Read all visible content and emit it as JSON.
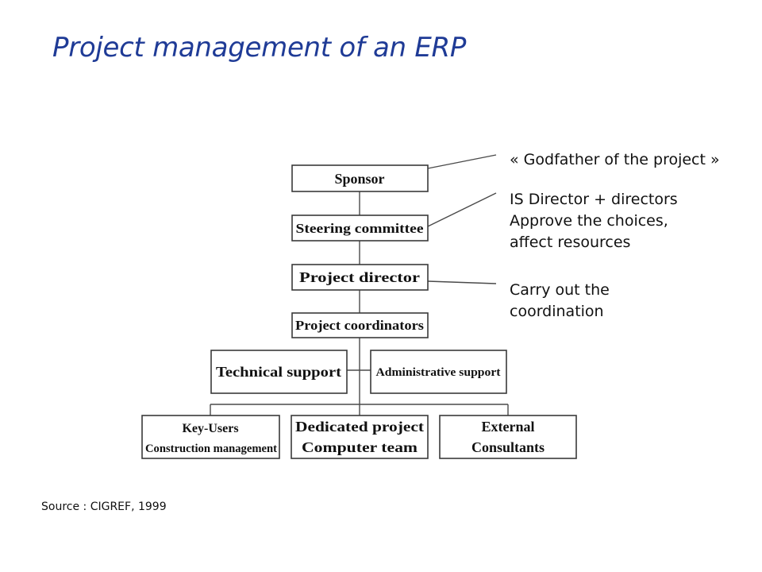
{
  "title": "Project management of an ERP",
  "boxes": {
    "sponsor": "Sponsor",
    "steering_committee": "Steering committee",
    "project_director": "Project director",
    "project_coordinators": "Project coordinators",
    "technical_support": "Technical support",
    "administrative_support": "Administrative support",
    "key_users": [
      "Key-Users",
      "Construction management"
    ],
    "dedicated_team": [
      "Dedicated project",
      "Computer team"
    ],
    "external_consultants": [
      "External",
      "Consultants"
    ]
  },
  "annotations": {
    "sponsor": [
      "« Godfather of the project »"
    ],
    "steering": [
      "IS Director + directors",
      "Approve the choices,",
      "affect resources"
    ],
    "director": [
      "Carry out the",
      "coordination"
    ]
  },
  "source": "Source : CIGREF, 1999"
}
